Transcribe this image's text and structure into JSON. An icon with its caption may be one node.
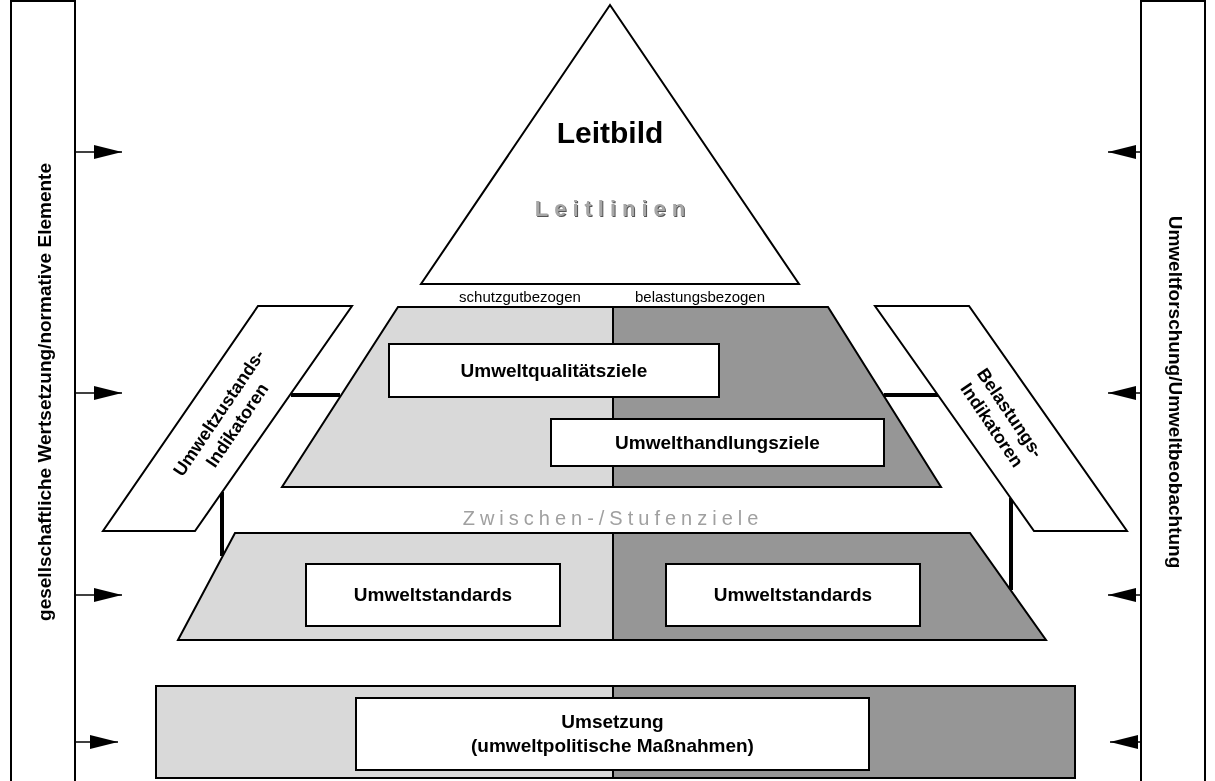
{
  "diagram": {
    "nodes": [
      {
        "text": [
          "gesellschaftliche Wertsetzung/normative Elemente"
        ]
      },
      {
        "text": [
          "Umweltforschung/Umweltbeobachtung"
        ]
      },
      {
        "text": [
          "Leitbild",
          "Leitlinien"
        ]
      },
      {
        "text": [],
        "shape": "trapezoid"
      },
      {
        "text": [
          "Umweltqualitätsziele"
        ],
        "in": 3
      },
      {
        "text": [
          "Umwelthandlungsziele"
        ],
        "in": 3
      },
      {
        "text": [
          "Umweltzustands- Indikatoren"
        ]
      },
      {
        "text": [
          "Belastungs- Indikatoren"
        ]
      },
      {
        "text": [],
        "shape": "trapezoid"
      },
      {
        "text": [
          "Umweltstandards"
        ],
        "in": 8
      },
      {
        "text": [
          "Umweltstandards"
        ],
        "in": 8
      },
      {
        "text": [],
        "shape": "bar"
      },
      {
        "text": [
          "Umsetzung (umweltpolitische Maßnahmen)"
        ],
        "in": 11
      }
    ],
    "edges": [
      {
        "from": 0,
        "to": null,
        "arrow": "to"
      },
      {
        "from": 0,
        "to": null,
        "arrow": "to"
      },
      {
        "from": 0,
        "to": null,
        "arrow": "to"
      },
      {
        "from": 0,
        "to": null,
        "arrow": "to"
      },
      {
        "from": 1,
        "to": null,
        "arrow": "to"
      },
      {
        "from": 1,
        "to": null,
        "arrow": "to"
      },
      {
        "from": 1,
        "to": null,
        "arrow": "to"
      },
      {
        "from": 1,
        "to": null,
        "arrow": "to"
      },
      {
        "from": 6,
        "to": 3,
        "arrow": "none",
        "style": "thick"
      },
      {
        "from": 6,
        "to": 8,
        "arrow": "none",
        "style": "thick"
      },
      {
        "from": 7,
        "to": 3,
        "arrow": "none",
        "style": "thick"
      },
      {
        "from": 7,
        "to": 8,
        "arrow": "none",
        "style": "thick"
      }
    ],
    "labels": [
      "schutzgutbezogen",
      "belastungsbezogen",
      "Zwischen-/Stufenziele"
    ]
  }
}
